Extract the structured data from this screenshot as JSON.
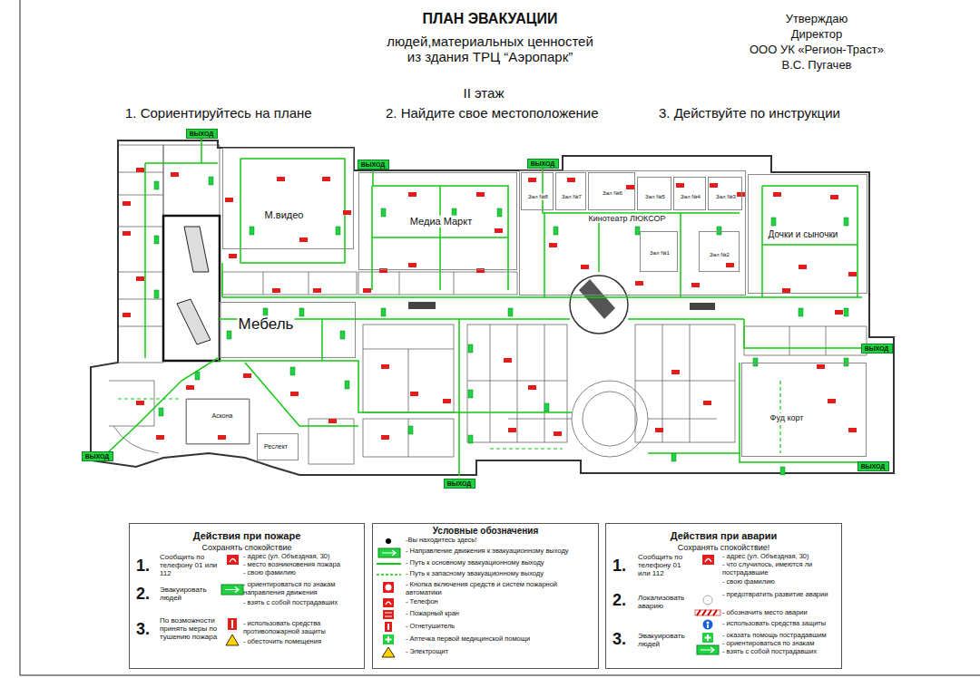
{
  "diagram": {
    "title": "ПЛАН ЭВАКУАЦИИ",
    "nodes": [
      {
        "text": [
          "М.видео"
        ]
      },
      {
        "text": [
          "Медиа Маркт"
        ]
      },
      {
        "text": [
          "Кинотеатр ЛЮКСОР"
        ]
      },
      {
        "text": [
          "Зал №8"
        ],
        "in": 2
      },
      {
        "text": [
          "Зал №7"
        ],
        "in": 2
      },
      {
        "text": [
          "Зал №6"
        ],
        "in": 2
      },
      {
        "text": [
          "Зал №5"
        ],
        "in": 2
      },
      {
        "text": [
          "Зал №4"
        ],
        "in": 2
      },
      {
        "text": [
          "Зал №3"
        ],
        "in": 2
      },
      {
        "text": [
          "Зал №1"
        ],
        "in": 2
      },
      {
        "text": [
          "Зал №2"
        ],
        "in": 2
      },
      {
        "text": [
          "Дочки и сыночки"
        ]
      },
      {
        "text": [
          "Мебель"
        ]
      },
      {
        "text": [
          "Аскона"
        ]
      },
      {
        "text": [
          "Реслект"
        ]
      },
      {
        "text": [
          "Фуд корт"
        ]
      },
      {
        "text": [
          "ВЫХОД"
        ]
      },
      {
        "text": [
          "ВЫХОД"
        ]
      },
      {
        "text": [
          "ВЫХОД"
        ]
      },
      {
        "text": [
          "ВЫХОД"
        ]
      },
      {
        "text": [
          "ВЫХОД"
        ]
      },
      {
        "text": [
          "ВЫХОД"
        ]
      },
      {
        "text": [
          "ВЫХОД"
        ]
      },
      {
        "text": [
          "Действия при пожаре",
          "Сохранять спокойствие"
        ]
      },
      {
        "text": [
          "Условные обозначения"
        ]
      },
      {
        "text": [
          "Действия при аварии",
          "Сохранять спокойствие!"
        ]
      }
    ],
    "labels": [
      "людей,материальных ценностей из здания ТРЦ “Аэропарк”",
      "Утверждаю",
      "Директор",
      "ООО УК «Регион-Траст»",
      "В.С. Пугачев",
      "II этаж",
      "1. Сориентируйтесь на плане",
      "2. Найдите свое местоположение",
      "3. Действуйте по инструкции",
      "1.",
      "Сообщить по телефону 01 или 112",
      "- адрес (ул. Объездная, 30)",
      "- место возникновения пожара",
      "- свою фамилию",
      "2.",
      "Эвакуировать людей",
      "- ориентироваться по знакам направления движения",
      "- взять с собой пострадавших",
      "3.",
      "По возможности принять меры по тушению пожара",
      "- использовать средства противопожарной защиты",
      "- обесточить помещения",
      "1.",
      "Сообщить по телефону 01 или 112",
      "- адрес (ул. Объездная, 30)",
      "- что случилось, имеются ли пострадавшие",
      "- свою фамилию",
      "2.",
      "Локализовать аварию",
      "- предотвратить развитие аварии",
      "- обозначить место аварии",
      "- использовать средства защиты",
      "3.",
      "Эвакуировать людей",
      "- оказать помощь пострадавшим",
      "- ориентироваться по знакам",
      "- взять с собой пострадавших"
    ],
    "legend": [
      {
        "text": "-Вы находитесь здесь!"
      },
      {
        "text": "- Направление движения к эвакуационному выходу"
      },
      {
        "text": "- Путь к основному эвакуационному выходу"
      },
      {
        "text": "- Путь к запасному эвакуационному выходу"
      },
      {
        "text": "- Кнопка включения средств и систем пожарной автоматики"
      },
      {
        "text": "- Телефон"
      },
      {
        "text": "- Пожарный кран"
      },
      {
        "text": "- Огнетушитель"
      },
      {
        "text": "- Аптечка первой медицинской помощи"
      },
      {
        "text": "- Электрощит"
      }
    ]
  }
}
